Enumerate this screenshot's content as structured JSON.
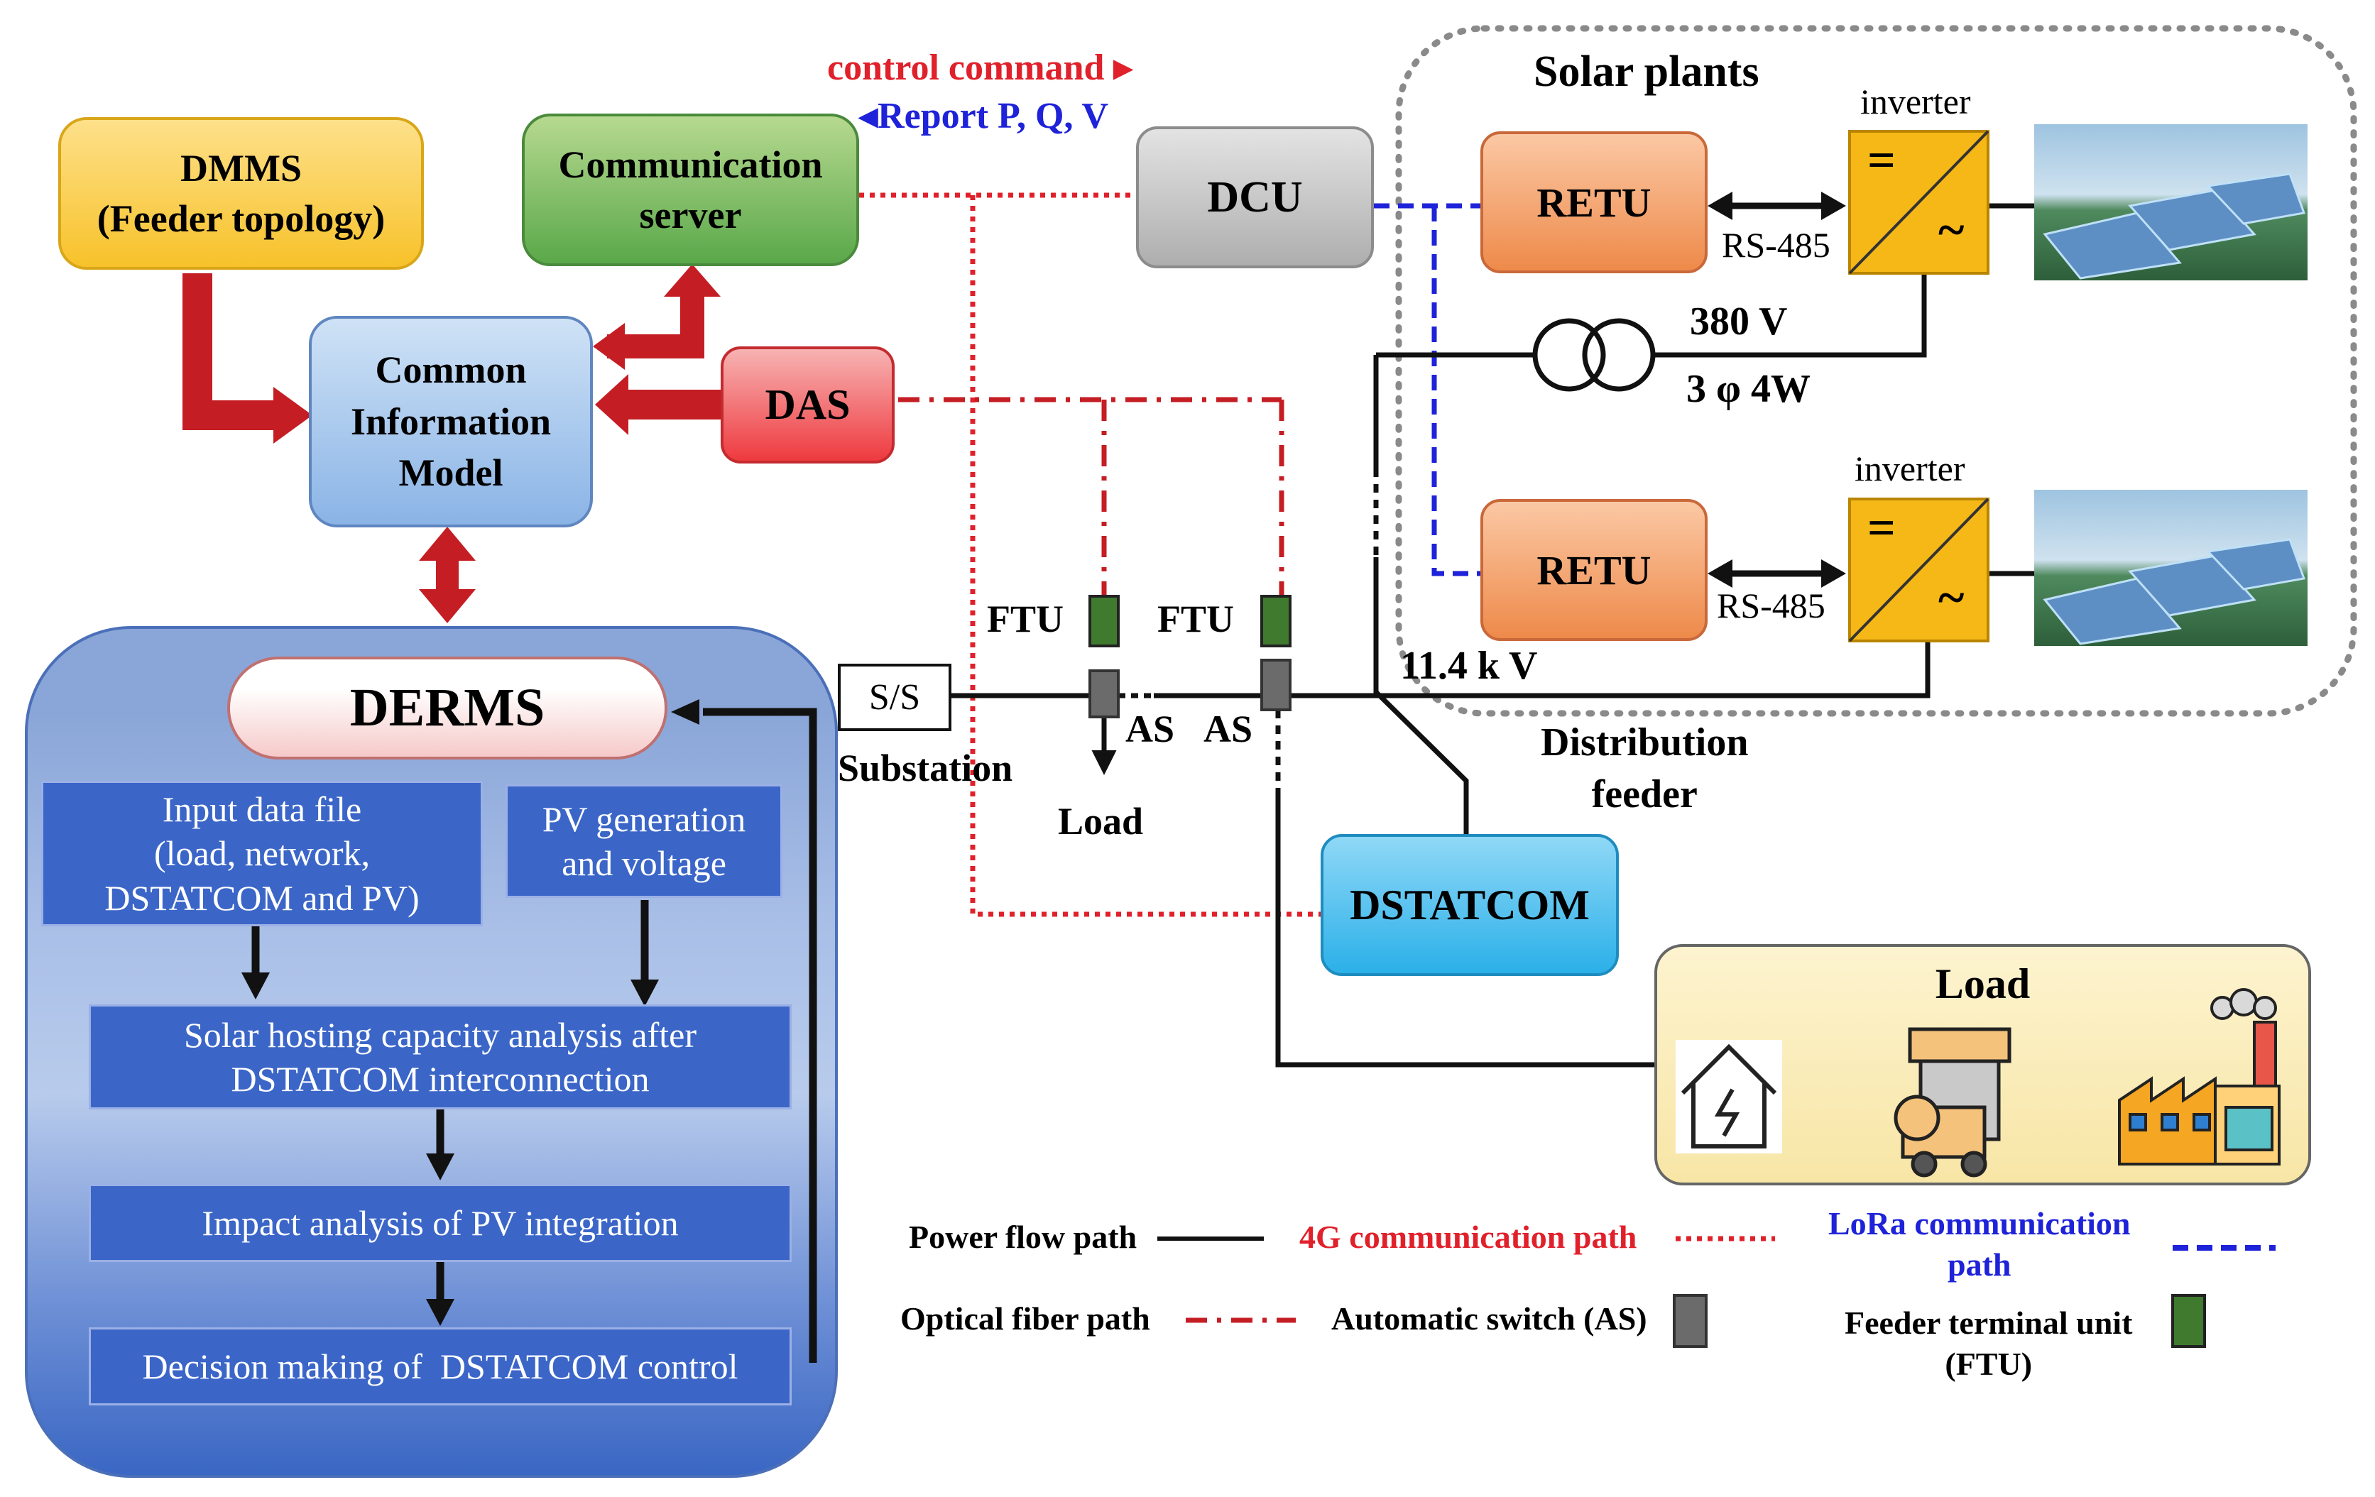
{
  "colors": {
    "dmms": "#fbc94a",
    "comm_server": "#5aa84a",
    "cim": "#8ab4e6",
    "das": "#ee3a3f",
    "dcu": "#b8b8b8",
    "retu": "#ee8a4a",
    "inverter": "#f6b817",
    "dstatcom": "#3bb8ea",
    "derms_panel": "#6d8fd5",
    "flow_box": "#3b66c8",
    "power_line": "#111111",
    "comm_4g": "#e0202a",
    "comm_lora": "#1e22d8",
    "optical_fiber": "#c41e24",
    "as_switch": "#666666",
    "ftu": "#3f7a2f",
    "arrow_red": "#c41e24"
  },
  "top_labels": {
    "control_command": "control command",
    "report": "Report P, Q, V"
  },
  "blocks": {
    "dmms": "DMMS\n(Feeder topology)",
    "comm_server": "Communication\nserver",
    "cim": "Common\nInformation\nModel",
    "das": "DAS",
    "dcu": "DCU",
    "retu_top": "RETU",
    "retu_bottom": "RETU",
    "dstatcom": "DSTATCOM"
  },
  "solar": {
    "title": "Solar plants",
    "inverter_top": "inverter",
    "inverter_bottom": "inverter",
    "rs485_top": "RS-485",
    "rs485_bottom": "RS-485",
    "voltage_low": "380 V",
    "phase": "3 φ 4W",
    "inverter_eq": "=",
    "inverter_ac": "~"
  },
  "feeder": {
    "voltage": "11.4 k V",
    "distribution_feeder": "Distribution\nfeeder",
    "ss": "S/S",
    "substation": "Substation",
    "ftu_1": "FTU",
    "ftu_2": "FTU",
    "as_1": "AS",
    "as_2": "AS",
    "load": "Load"
  },
  "load_box": {
    "title": "Load",
    "icons": [
      "house-icon",
      "store-icon",
      "factory-icon"
    ]
  },
  "derms": {
    "title": "DERMS",
    "input_data": "Input data file\n(load, network,\nDSTATCOM and PV)",
    "pv_generation": "PV generation\nand voltage",
    "hosting": "Solar hosting capacity analysis after\nDSTATCOM interconnection",
    "impact": "Impact analysis of PV integration",
    "decision": "Decision making of  DSTATCOM control"
  },
  "legend": {
    "power_flow": "Power flow path",
    "comm_4g": "4G communication path",
    "lora": "LoRa communication\npath",
    "optical": "Optical fiber path",
    "as": "Automatic switch (AS)",
    "ftu": "Feeder terminal unit\n(FTU)"
  }
}
